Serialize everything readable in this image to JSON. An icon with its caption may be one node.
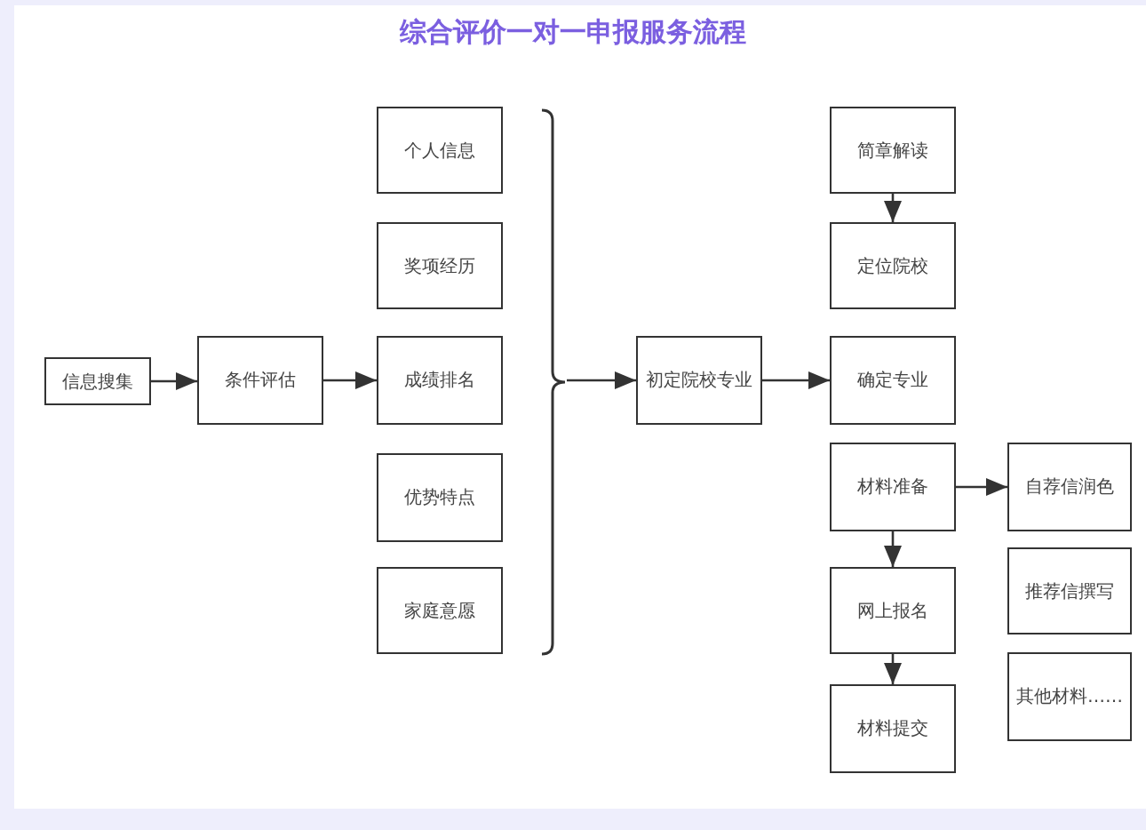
{
  "diagram": {
    "title": "综合评价一对一申报服务流程",
    "nodes": [
      {
        "text": [
          "信息搜集"
        ]
      },
      {
        "text": [
          "条件评估"
        ]
      },
      {
        "text": [
          "个人信息"
        ]
      },
      {
        "text": [
          "奖项经历"
        ]
      },
      {
        "text": [
          "成绩排名"
        ]
      },
      {
        "text": [
          "优势特点"
        ]
      },
      {
        "text": [
          "家庭意愿"
        ]
      },
      {
        "text": [
          "初定院校专业"
        ]
      },
      {
        "text": [
          "简章解读"
        ]
      },
      {
        "text": [
          "定位院校"
        ]
      },
      {
        "text": [
          "确定专业"
        ]
      },
      {
        "text": [
          "材料准备"
        ]
      },
      {
        "text": [
          "网上报名"
        ]
      },
      {
        "text": [
          "材料提交"
        ]
      },
      {
        "text": [
          "自荐信润色"
        ]
      },
      {
        "text": [
          "推荐信撰写"
        ]
      },
      {
        "text": [
          "其他材料……"
        ]
      },
      {
        "text": [],
        "shape": "brace"
      }
    ],
    "edges": [
      {
        "from": 0,
        "to": 1,
        "arrow": "to"
      },
      {
        "from": 1,
        "to": 4,
        "arrow": "to"
      },
      {
        "from": 17,
        "to": 7,
        "arrow": "to"
      },
      {
        "from": 7,
        "to": 10,
        "arrow": "to"
      },
      {
        "from": 8,
        "to": 9,
        "arrow": "to"
      },
      {
        "from": 11,
        "to": 14,
        "arrow": "to"
      },
      {
        "from": 11,
        "to": 12,
        "arrow": "to"
      },
      {
        "from": 12,
        "to": 13,
        "arrow": "to"
      }
    ]
  }
}
